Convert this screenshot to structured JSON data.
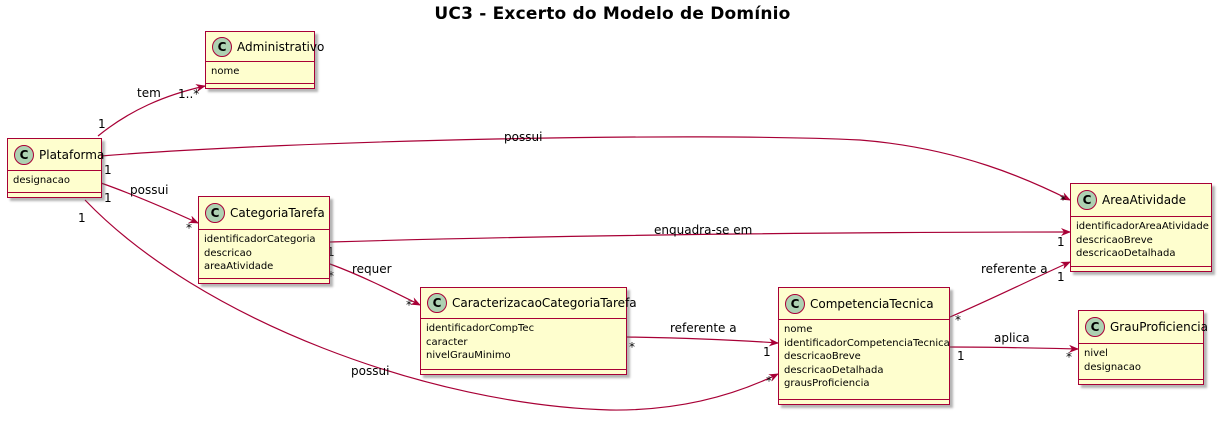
{
  "title": "UC3 - Excerto do Modelo de Domínio",
  "colors": {
    "border": "#A80036",
    "fill": "#FEFECE",
    "icon": "#ADD1B2"
  },
  "classes": {
    "administrativo": {
      "icon": "C",
      "name": "Administrativo",
      "attrs": [
        "nome"
      ]
    },
    "plataforma": {
      "icon": "C",
      "name": "Plataforma",
      "attrs": [
        "designacao"
      ]
    },
    "categoriatarefa": {
      "icon": "C",
      "name": "CategoriaTarefa",
      "attrs": [
        "identificadorCategoria",
        "descricao",
        "areaAtividade"
      ]
    },
    "caracterizacao": {
      "icon": "C",
      "name": "CaracterizacaoCategoriaTarefa",
      "attrs": [
        "identificadorCompTec",
        "caracter",
        "nivelGrauMinimo"
      ]
    },
    "competencia": {
      "icon": "C",
      "name": "CompetenciaTecnica",
      "attrs": [
        "nome",
        "identificadorCompetenciaTecnica",
        "descricaoBreve",
        "descricaoDetalhada",
        "grausProficiencia"
      ]
    },
    "areaatividade": {
      "icon": "C",
      "name": "AreaAtividade",
      "attrs": [
        "identificadorAreaAtividade",
        "descricaoBreve",
        "descricaoDetalhada"
      ]
    },
    "grau": {
      "icon": "C",
      "name": "GrauProficiencia",
      "attrs": [
        "nivel",
        "designacao"
      ]
    }
  },
  "associations": {
    "tem": {
      "label": "tem",
      "from_mult": "1",
      "to_mult": "1..*"
    },
    "possui_area": {
      "label": "possui",
      "from_mult": "1",
      "to_mult": "*"
    },
    "possui_cat": {
      "label": "possui",
      "from_mult": "1",
      "to_mult": "*"
    },
    "possui_comp": {
      "label": "possui",
      "from_mult": "1",
      "to_mult": "*"
    },
    "enquadra": {
      "label": "enquadra-se em",
      "from_mult": "1",
      "to_mult": "1"
    },
    "requer": {
      "label": "requer",
      "from_mult": "*",
      "to_mult": "*"
    },
    "referente_comp": {
      "label": "referente a",
      "from_mult": "*",
      "to_mult": "1"
    },
    "referente_area": {
      "label": "referente a",
      "from_mult": "*",
      "to_mult": "1"
    },
    "aplica": {
      "label": "aplica",
      "from_mult": "1",
      "to_mult": "*"
    }
  }
}
